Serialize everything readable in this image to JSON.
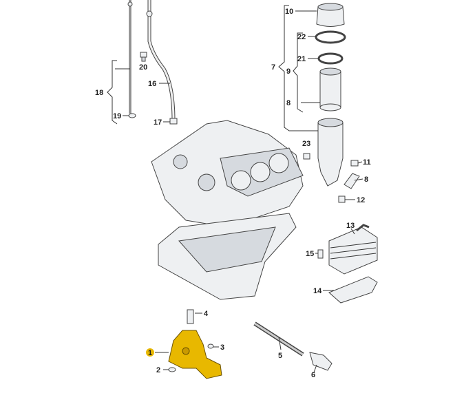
{
  "diagram": {
    "title": "Oil filter / oil pump parts diagram",
    "highlight_color": "#e8b800",
    "callouts": [
      {
        "id": "c10",
        "label": "10"
      },
      {
        "id": "c22",
        "label": "22"
      },
      {
        "id": "c21",
        "label": "21"
      },
      {
        "id": "c7",
        "label": "7"
      },
      {
        "id": "c9",
        "label": "9"
      },
      {
        "id": "c8a",
        "label": "8"
      },
      {
        "id": "c20",
        "label": "20"
      },
      {
        "id": "c16",
        "label": "16"
      },
      {
        "id": "c18",
        "label": "18"
      },
      {
        "id": "c19",
        "label": "19"
      },
      {
        "id": "c17",
        "label": "17"
      },
      {
        "id": "c23",
        "label": "23"
      },
      {
        "id": "c11",
        "label": "11"
      },
      {
        "id": "c8b",
        "label": "8"
      },
      {
        "id": "c12",
        "label": "12"
      },
      {
        "id": "c13",
        "label": "13"
      },
      {
        "id": "c15",
        "label": "15"
      },
      {
        "id": "c14",
        "label": "14"
      },
      {
        "id": "c4",
        "label": "4"
      },
      {
        "id": "c3",
        "label": "3"
      },
      {
        "id": "c1",
        "label": "1"
      },
      {
        "id": "c2",
        "label": "2"
      },
      {
        "id": "c5",
        "label": "5"
      },
      {
        "id": "c6",
        "label": "6"
      }
    ]
  }
}
